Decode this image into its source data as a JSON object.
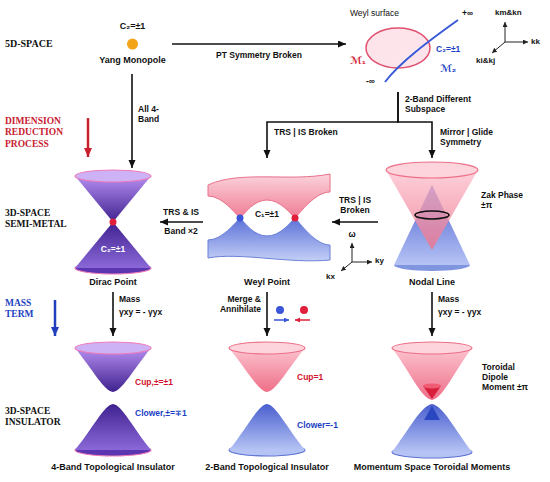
{
  "diagram": {
    "nodes": [
      {
        "text": [
          "C₂=±1",
          "Yang Monopole"
        ]
      },
      {
        "text": [
          "Weyl surface",
          "C₂=±1",
          "ℳ₁",
          "ℳ₂",
          "+∞",
          "-∞"
        ]
      },
      {
        "text": [
          "C₂=±1",
          "Dirac Point"
        ]
      },
      {
        "text": [
          "C₁=±1",
          "Weyl Point"
        ]
      },
      {
        "text": [
          "Zak Phase ±π",
          "Nodal Line"
        ]
      },
      {
        "text": [
          "Cup,±=±1",
          "Clower,±=∓1",
          "4-Band Topological Insulator"
        ]
      },
      {
        "text": [
          "Cup=1",
          "Clower=-1",
          "2-Band Topological Insulator"
        ]
      },
      {
        "text": [
          "Toroidal Dipole Moment ±π",
          "Momentum Space Toroidal Moments"
        ]
      }
    ],
    "edges": [
      {
        "from": 0,
        "to": 1,
        "arrow": "to",
        "label": "PT Symmetry Broken"
      },
      {
        "from": 0,
        "to": 2,
        "arrow": "to",
        "label": "All 4-Band"
      },
      {
        "from": 1,
        "to": 3,
        "arrow": "to",
        "label": "TRS | IS Broken"
      },
      {
        "from": 1,
        "to": 4,
        "arrow": "to",
        "label": "Mirror | Glide Symmetry"
      },
      {
        "from": 3,
        "to": 2,
        "arrow": "to",
        "label": "TRS & IS"
      },
      {
        "from": 4,
        "to": 3,
        "arrow": "to",
        "label": "TRS | IS Broken"
      },
      {
        "from": 2,
        "to": 5,
        "arrow": "to",
        "label": "Mass"
      },
      {
        "from": 3,
        "to": 6,
        "arrow": "to",
        "label": "Merge & Annihilate"
      },
      {
        "from": 4,
        "to": 7,
        "arrow": "to",
        "label": "Mass"
      }
    ],
    "labels": [
      "5D-SPACE",
      "DIMENSION REDUCTION PROCESS",
      "3D-SPACE SEMI-METAL",
      "MASS TERM",
      "3D-SPACE INSULATOR",
      "km&kn",
      "kk",
      "ki&kj",
      "2-Band Different Subspace",
      "Band ×2",
      "ω",
      "ky",
      "kx",
      "γxy = - γyx",
      "γxy = - γyx"
    ]
  }
}
